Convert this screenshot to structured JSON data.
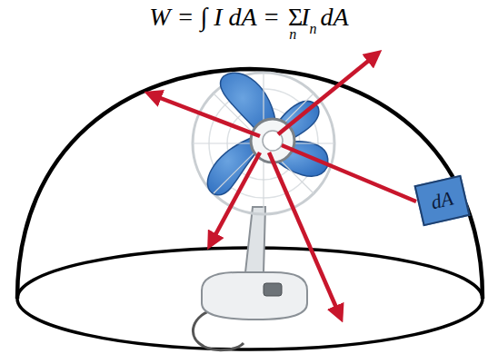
{
  "diagram": {
    "nodes": [
      {
        "text": [
          "dA"
        ]
      }
    ],
    "labels": [
      "W = ∫ I dA = ",
      "Σ",
      "n",
      "I",
      "n",
      "dA"
    ]
  }
}
